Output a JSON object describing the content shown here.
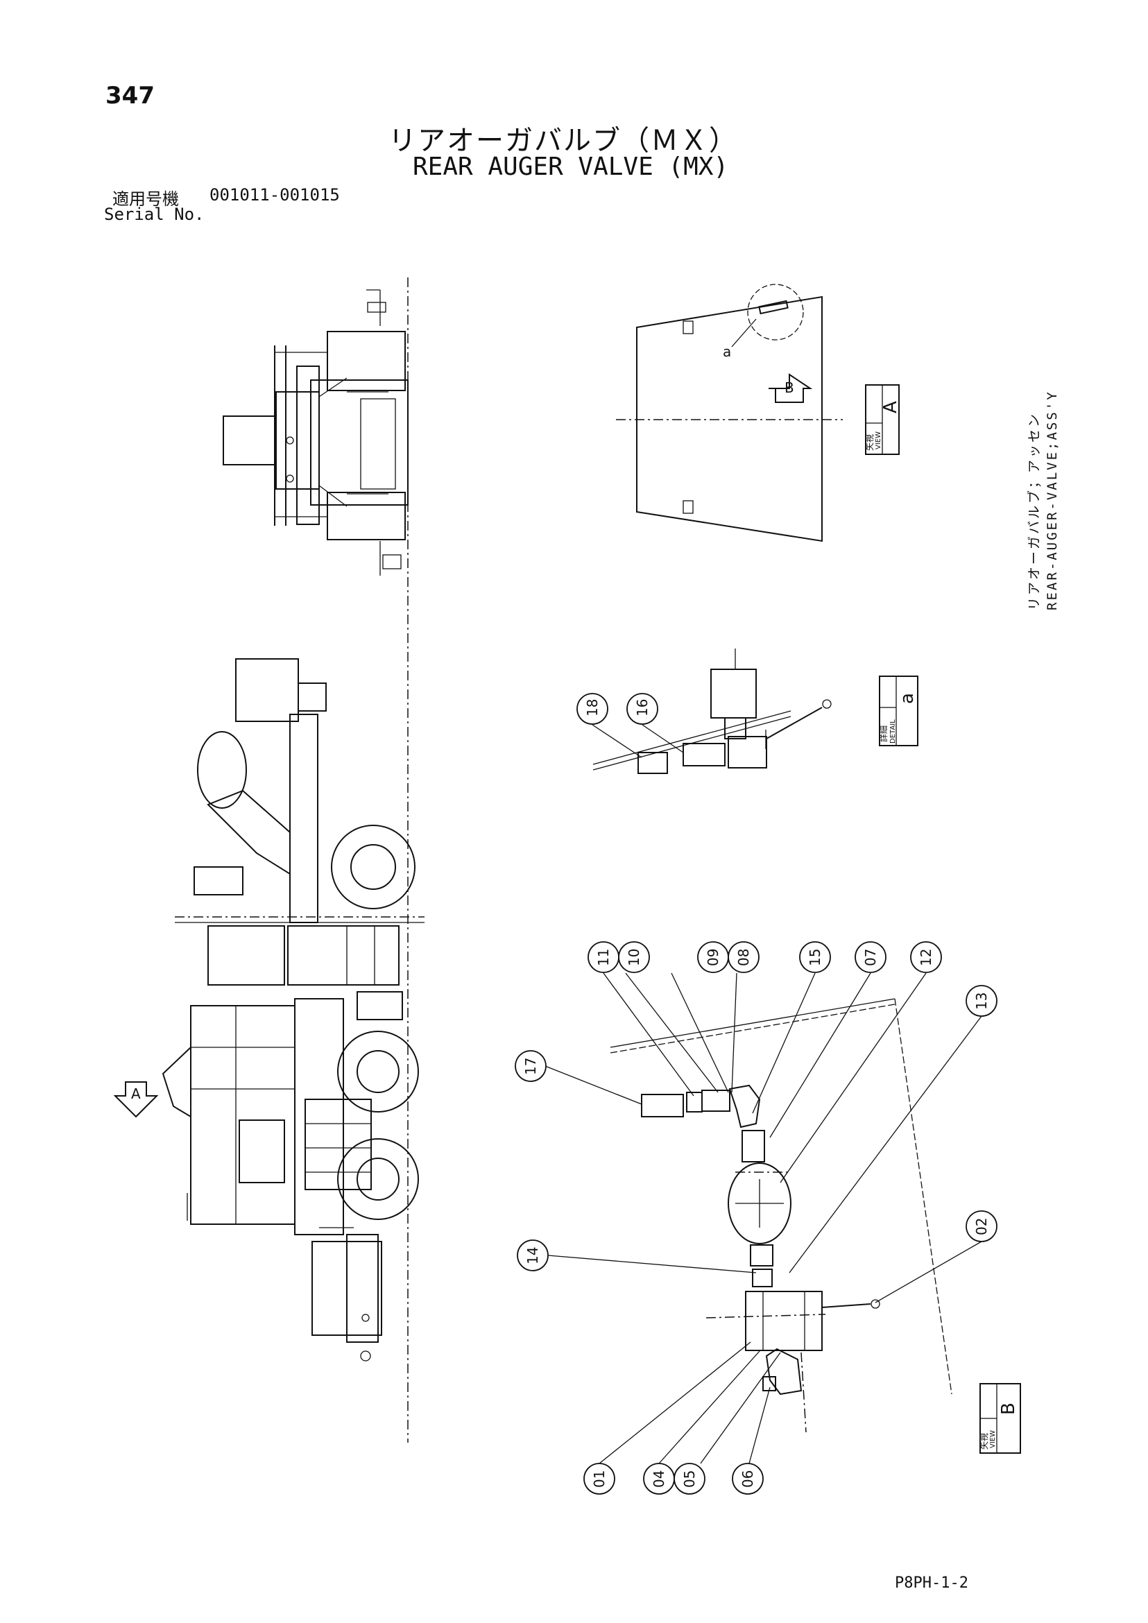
{
  "header": {
    "page_number": "347",
    "title_jp": "リアオーガバルブ（ＭＸ）",
    "title_en": "REAR AUGER VALVE (MX)",
    "serial_label_jp": "適用号機",
    "serial_range": "001011-001015",
    "serial_label_en": "Serial No."
  },
  "side_title": {
    "jp": "リアオーガバルブ；アッセン",
    "en": "REAR-AUGER-VALVE;ASS'Y"
  },
  "view_labels": {
    "view_a": {
      "kanji": "矢視",
      "en": "VIEW",
      "letter": "A"
    },
    "view_b": {
      "kanji": "矢視",
      "en": "VIEW",
      "letter": "B"
    },
    "detail_a": {
      "kanji": "詳細",
      "en": "DETAIL",
      "letter": "a"
    }
  },
  "arrows": {
    "a": "A",
    "b": "B"
  },
  "small_letter": "a",
  "detail_callouts": [
    "18",
    "16"
  ],
  "view_b_callouts": [
    "11",
    "10",
    "09",
    "08",
    "15",
    "07",
    "12",
    "13",
    "17",
    "02",
    "14",
    "01",
    "04",
    "05",
    "06"
  ],
  "footer": {
    "code": "P8PH-1-2"
  }
}
